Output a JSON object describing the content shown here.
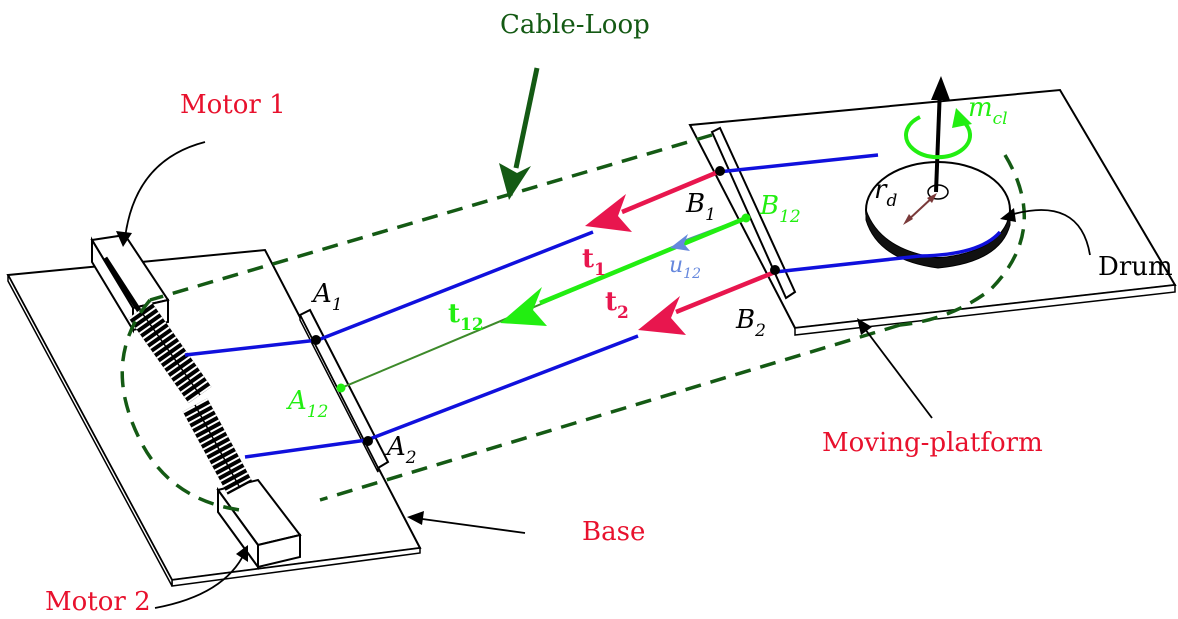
{
  "labels": {
    "cable_loop": "Cable-Loop",
    "motor1": "Motor 1",
    "motor2": "Motor 2",
    "base": "Base",
    "moving_platform": "Moving-platform",
    "drum": "Drum",
    "a1_main": "A",
    "a1_sub": "1",
    "a2_main": "A",
    "a2_sub": "2",
    "a12_main": "A",
    "a12_sub": "12",
    "b1_main": "B",
    "b1_sub": "1",
    "b2_main": "B",
    "b2_sub": "2",
    "b12_main": "B",
    "b12_sub": "12",
    "t1_main": "t",
    "t1_sub": "1",
    "t2_main": "t",
    "t2_sub": "2",
    "t12_main": "t",
    "t12_sub": "12",
    "u12_main": "u",
    "u12_sub": "12",
    "rd_main": "r",
    "rd_sub": "d",
    "mcl_main": "m",
    "mcl_sub": "cl"
  },
  "colors": {
    "red_label": "#e8112d",
    "black": "#000000",
    "green_dark": "#145a14",
    "green_bright": "#22ee11",
    "blue_cable": "#1010dd",
    "pink_vector": "#e8164e",
    "blue_light": "#6688dd",
    "green_thin": "#3d8a2a",
    "drum_arrow": "#7a3a3a"
  }
}
